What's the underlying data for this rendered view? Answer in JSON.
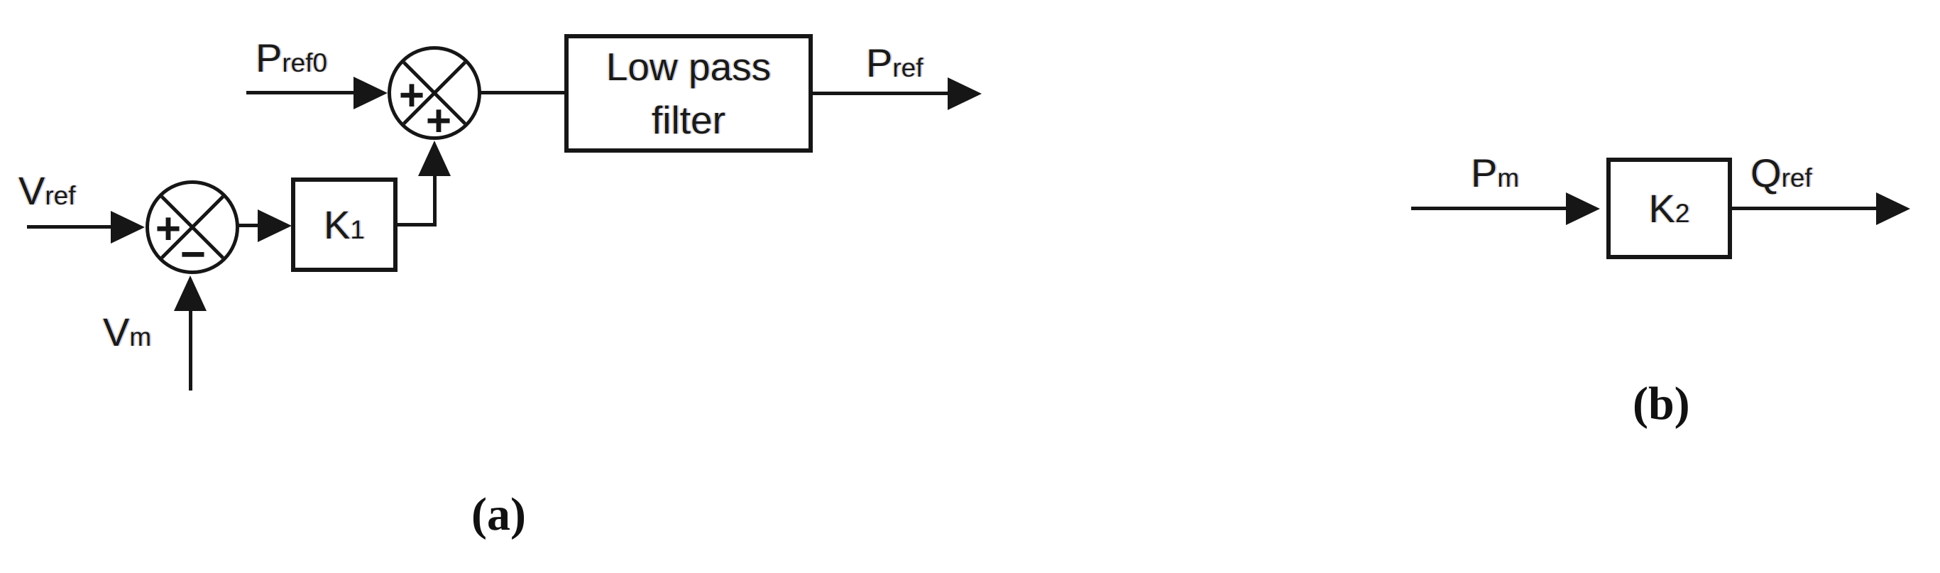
{
  "part_a": {
    "caption": "(a)",
    "labels": {
      "pref0": {
        "main": "P",
        "sub": "ref0"
      },
      "vref": {
        "main": "V",
        "sub": "ref"
      },
      "vm": {
        "main": "V",
        "sub": "m"
      },
      "pref": {
        "main": "P",
        "sub": "ref"
      }
    },
    "blocks": {
      "k1": {
        "main": "K",
        "sub": "1"
      },
      "lpf": {
        "line1": "Low pass",
        "line2": "filter"
      }
    },
    "junctions": {
      "sum_top": {
        "west_sign": "+",
        "south_sign": "+"
      },
      "sum_left": {
        "west_sign": "+",
        "south_sign": "−"
      }
    }
  },
  "part_b": {
    "caption": "(b)",
    "labels": {
      "pm": {
        "main": "P",
        "sub": "m"
      },
      "qref": {
        "main": "Q",
        "sub": "ref"
      }
    },
    "blocks": {
      "k2": {
        "main": "K",
        "sub": "2"
      }
    }
  },
  "colors": {
    "ink": "#161616",
    "background": "#ffffff"
  }
}
